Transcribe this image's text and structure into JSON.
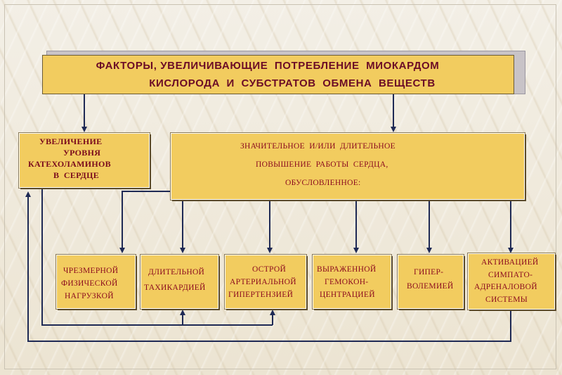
{
  "title": {
    "line1": "ФАКТОРЫ, УВЕЛИЧИВАЮЩИЕ  ПОТРЕБЛЕНИЕ  МИОКАРДОМ",
    "line2": "КИСЛОРОДА  И  СУБСТРАТОВ  ОБМЕНА  ВЕЩЕСТВ"
  },
  "catecholamines": {
    "lines": [
      "УВЕЛИЧЕНИЕ",
      "УРОВНЯ",
      "КАТЕХОЛАМИНОВ",
      "В  СЕРДЦЕ"
    ]
  },
  "heart_work": {
    "lines": [
      "ЗНАЧИТЕЛЬНОЕ  И/ИЛИ  ДЛИТЕЛЬНОЕ",
      "ПОВЫШЕНИЕ  РАБОТЫ  СЕРДЦА,",
      "ОБУСЛОВЛЕННОЕ:"
    ]
  },
  "causes": [
    {
      "lines": [
        "ЧРЕЗМЕРНОЙ",
        "ФИЗИЧЕСКОЙ",
        "НАГРУЗКОЙ"
      ]
    },
    {
      "lines": [
        "ДЛИТЕЛЬНОЙ",
        "ТАХИКАРДИЕЙ"
      ]
    },
    {
      "lines": [
        "ОСТРОЙ",
        "АРТЕРИАЛЬНОЙ",
        "ГИПЕРТЕНЗИЕЙ"
      ]
    },
    {
      "lines": [
        "ВЫРАЖЕННОЙ",
        "ГЕМОКОН-",
        "ЦЕНТРАЦИЕЙ"
      ]
    },
    {
      "lines": [
        "ГИПЕР-",
        "ВОЛЕМИЕЙ"
      ]
    },
    {
      "lines": [
        "АКТИВАЦИЕЙ",
        "СИМПАТО-",
        "АДРЕНАЛОВОЙ",
        "СИСТЕМЫ"
      ]
    }
  ],
  "colors": {
    "box_fill": "#f2cc5f",
    "text_dark_red": "#7a0a1c",
    "arrow_navy": "#1f2a55"
  }
}
